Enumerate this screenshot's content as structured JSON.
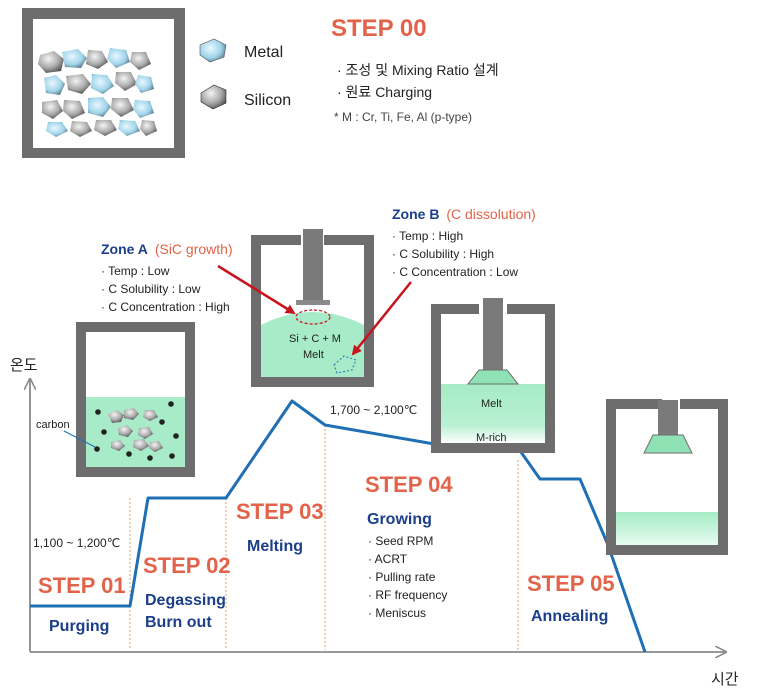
{
  "legend": {
    "metal": "Metal",
    "silicon": "Silicon"
  },
  "step00": {
    "title": "STEP 00",
    "lines": [
      "· 조성 및 Mixing Ratio 설계",
      "· 원료 Charging"
    ],
    "note": "*  M : Cr, Ti, Fe, Al (p-type)"
  },
  "axes": {
    "y_label": "온도",
    "x_label": "시간"
  },
  "temps": {
    "low": "1,100 ~ 1,200℃",
    "high": "1,700 ~ 2,100℃"
  },
  "steps": {
    "s01": {
      "title": "STEP 01",
      "label": "Purging"
    },
    "s02": {
      "title": "STEP 02",
      "label1": "Degassing",
      "label2": "Burn out"
    },
    "s03": {
      "title": "STEP 03",
      "label": "Melting"
    },
    "s04": {
      "title": "STEP 04",
      "label": "Growing",
      "items": [
        "· Seed RPM",
        "· ACRT",
        "· Pulling rate",
        "· RF frequency",
        "· Meniscus"
      ]
    },
    "s05": {
      "title": "STEP 05",
      "label": "Annealing"
    }
  },
  "zone_a": {
    "title": "Zone A",
    "accent": "(SiC growth)",
    "lines": [
      "· Temp : Low",
      "· C Solubility : Low",
      "· C Concentration : High"
    ]
  },
  "zone_b": {
    "title": "Zone B",
    "accent": "(C dissolution)",
    "lines": [
      "· Temp : High",
      "· C Solubility : High",
      "· C Concentration : Low"
    ]
  },
  "crucibles": {
    "carbon_label": "carbon",
    "melt_formula": "Si + C + M",
    "melt_label": "Melt",
    "growing_melt": "Melt",
    "growing_bottom": "M-rich"
  },
  "colors": {
    "step_orange": "#e2634a",
    "step_blue": "#1b3f8a",
    "curve": "#1f6fb5",
    "melt_green": "#a8ebc8",
    "crucible_gray": "#6d6d6d",
    "arrow_red": "#c8141e"
  }
}
